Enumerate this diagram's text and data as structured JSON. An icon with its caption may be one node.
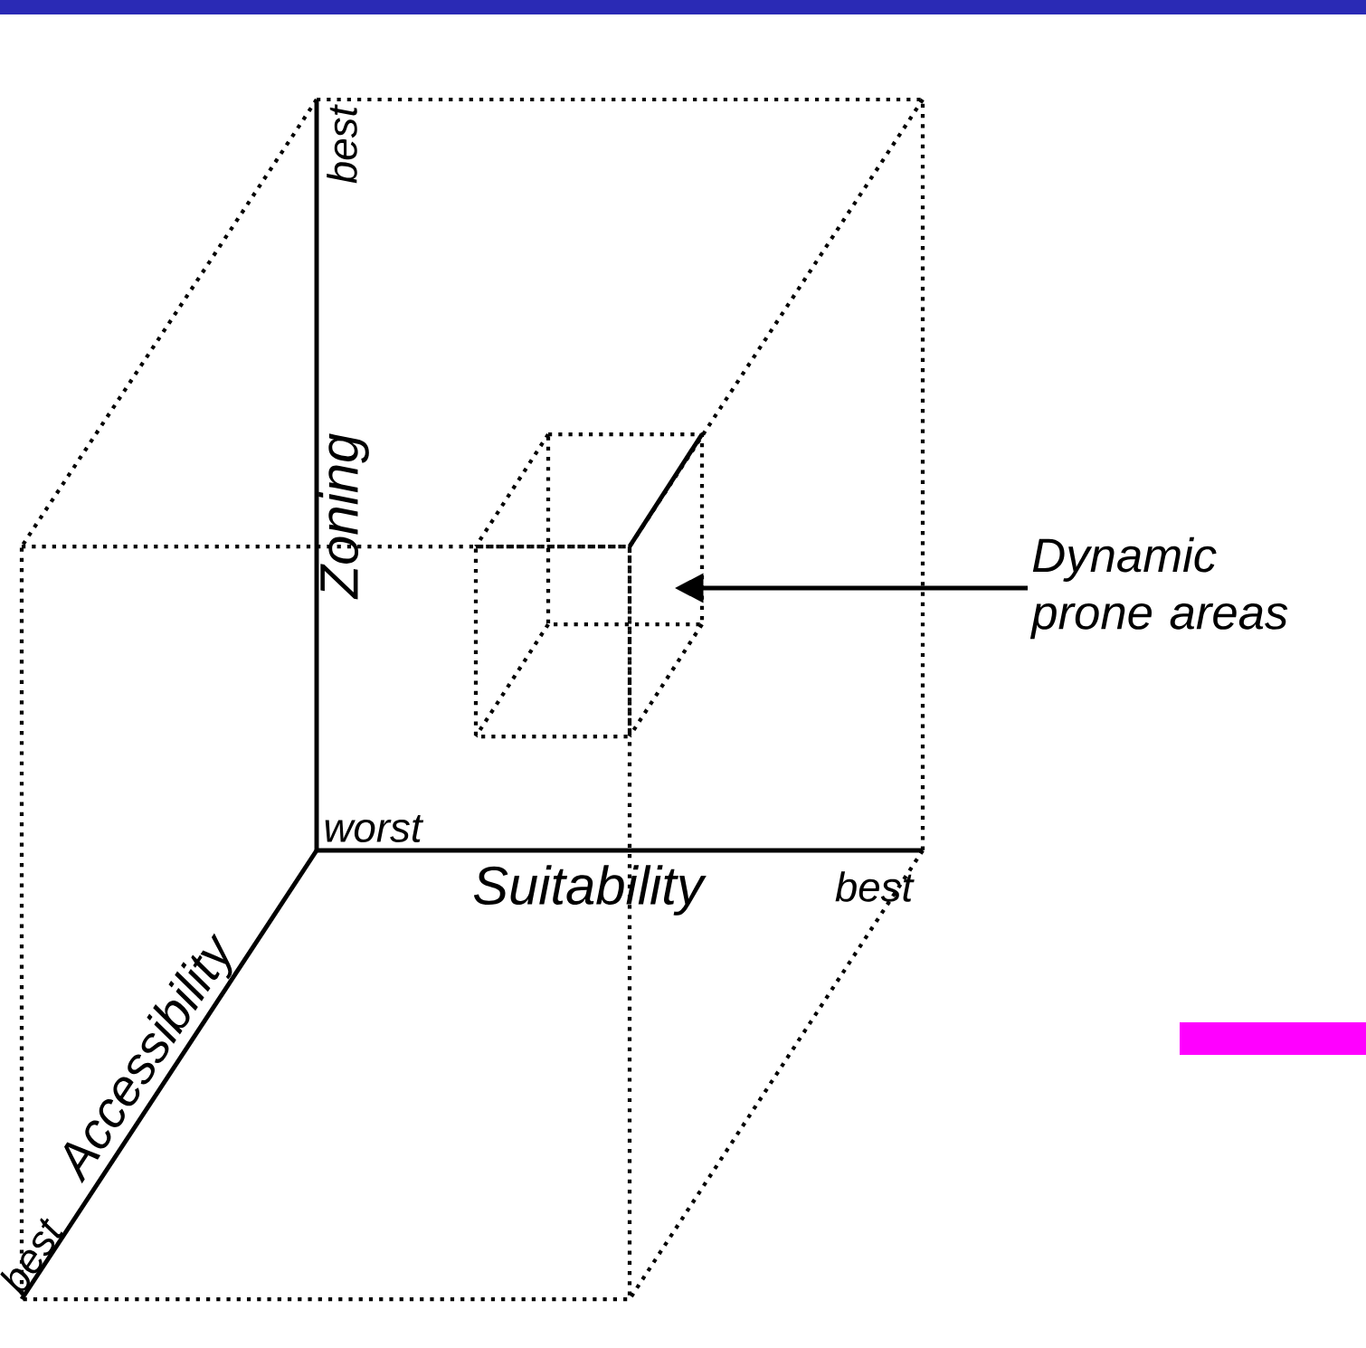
{
  "diagram": {
    "nodes": [
      {
        "text": [
          "Dynamic prone areas"
        ]
      },
      {
        "text": [],
        "shape": "box"
      }
    ],
    "edges": [
      {
        "from": 0,
        "to": 1,
        "arrow": "to"
      }
    ],
    "labels": [
      "best",
      "Zoning",
      "worst",
      "Suitability",
      "best",
      "Accessibility",
      "best"
    ]
  }
}
